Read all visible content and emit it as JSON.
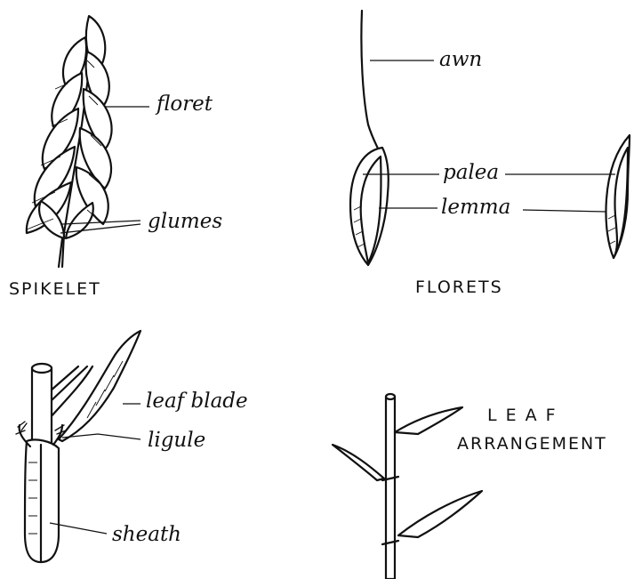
{
  "labels": {
    "awn": "awn",
    "floret": "floret",
    "glumes": "glumes",
    "palea": "palea",
    "lemma": "lemma",
    "leaf_blade": "leaf blade",
    "ligule": "ligule",
    "sheath": "sheath"
  },
  "captions": {
    "spikelet": "SPIKELET",
    "florets": "FLORETS",
    "leaf_arrangement_line1": "LEAF",
    "leaf_arrangement_line2": "ARRANGEMENT"
  }
}
